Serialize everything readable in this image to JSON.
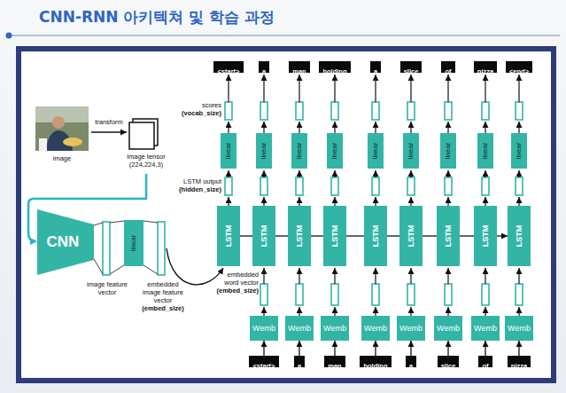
{
  "diagram": {
    "title": "CNN-RNN 아키텍쳐 및 학습 과정",
    "nodes": [
      {
        "text": [
          "<start>"
        ]
      },
      {
        "text": [
          "a"
        ]
      },
      {
        "text": [
          "man"
        ]
      },
      {
        "text": [
          "holding"
        ]
      },
      {
        "text": [
          "a"
        ]
      },
      {
        "text": [
          "slice"
        ]
      },
      {
        "text": [
          "of"
        ]
      },
      {
        "text": [
          "pizza"
        ]
      },
      {
        "text": [
          "<end>"
        ]
      },
      {
        "text": [
          "linear"
        ]
      },
      {
        "text": [
          "linear"
        ]
      },
      {
        "text": [
          "linear"
        ]
      },
      {
        "text": [
          "linear"
        ]
      },
      {
        "text": [
          "linear"
        ]
      },
      {
        "text": [
          "linear"
        ]
      },
      {
        "text": [
          "linear"
        ]
      },
      {
        "text": [
          "linear"
        ]
      },
      {
        "text": [
          "linear"
        ]
      },
      {
        "text": [
          "CNN"
        ]
      },
      {
        "text": [
          "linear"
        ]
      },
      {
        "text": [
          "LSTM"
        ]
      },
      {
        "text": [
          "LSTM"
        ]
      },
      {
        "text": [
          "LSTM"
        ]
      },
      {
        "text": [
          "LSTM"
        ]
      },
      {
        "text": [
          "LSTM"
        ]
      },
      {
        "text": [
          "LSTM"
        ]
      },
      {
        "text": [
          "LSTM"
        ]
      },
      {
        "text": [
          "LSTM"
        ]
      },
      {
        "text": [
          "LSTM"
        ]
      },
      {
        "text": [
          "Wemb"
        ]
      },
      {
        "text": [
          "Wemb"
        ]
      },
      {
        "text": [
          "Wemb"
        ]
      },
      {
        "text": [
          "Wemb"
        ]
      },
      {
        "text": [
          "Wemb"
        ]
      },
      {
        "text": [
          "Wemb"
        ]
      },
      {
        "text": [
          "Wemb"
        ]
      },
      {
        "text": [
          "Wemb"
        ]
      },
      {
        "text": [
          "<start>"
        ]
      },
      {
        "text": [
          "a"
        ]
      },
      {
        "text": [
          "man"
        ]
      },
      {
        "text": [
          "holding"
        ]
      },
      {
        "text": [
          "a"
        ]
      },
      {
        "text": [
          "slice"
        ]
      },
      {
        "text": [
          "of"
        ]
      },
      {
        "text": [
          "pizza"
        ]
      }
    ],
    "edges": [
      {
        "from": 20,
        "to": 21,
        "arrow": "none"
      },
      {
        "from": 21,
        "to": 22,
        "arrow": "none"
      },
      {
        "from": 22,
        "to": 23,
        "arrow": "none"
      },
      {
        "from": 23,
        "to": 24,
        "arrow": "none"
      },
      {
        "from": 24,
        "to": 25,
        "arrow": "none"
      },
      {
        "from": 25,
        "to": 26,
        "arrow": "none"
      },
      {
        "from": 26,
        "to": 27,
        "arrow": "none"
      },
      {
        "from": 27,
        "to": 28,
        "arrow": "to"
      },
      {
        "from": 37,
        "to": 29,
        "arrow": "to"
      },
      {
        "from": 38,
        "to": 30,
        "arrow": "to"
      },
      {
        "from": 39,
        "to": 31,
        "arrow": "to"
      },
      {
        "from": 40,
        "to": 32,
        "arrow": "to"
      },
      {
        "from": 41,
        "to": 33,
        "arrow": "to"
      },
      {
        "from": 42,
        "to": 34,
        "arrow": "to"
      },
      {
        "from": 43,
        "to": 35,
        "arrow": "to"
      },
      {
        "from": 44,
        "to": 36,
        "arrow": "to"
      }
    ],
    "labels": [
      "image",
      "transform",
      "image tensor (224,224,3)",
      "image feature vector",
      "embedded image feature vector",
      "(embed_size)",
      "scores",
      "(vocab_size)",
      "LSTM output",
      "(hidden_size)",
      "embedded word vector",
      "(embed_size)"
    ]
  }
}
